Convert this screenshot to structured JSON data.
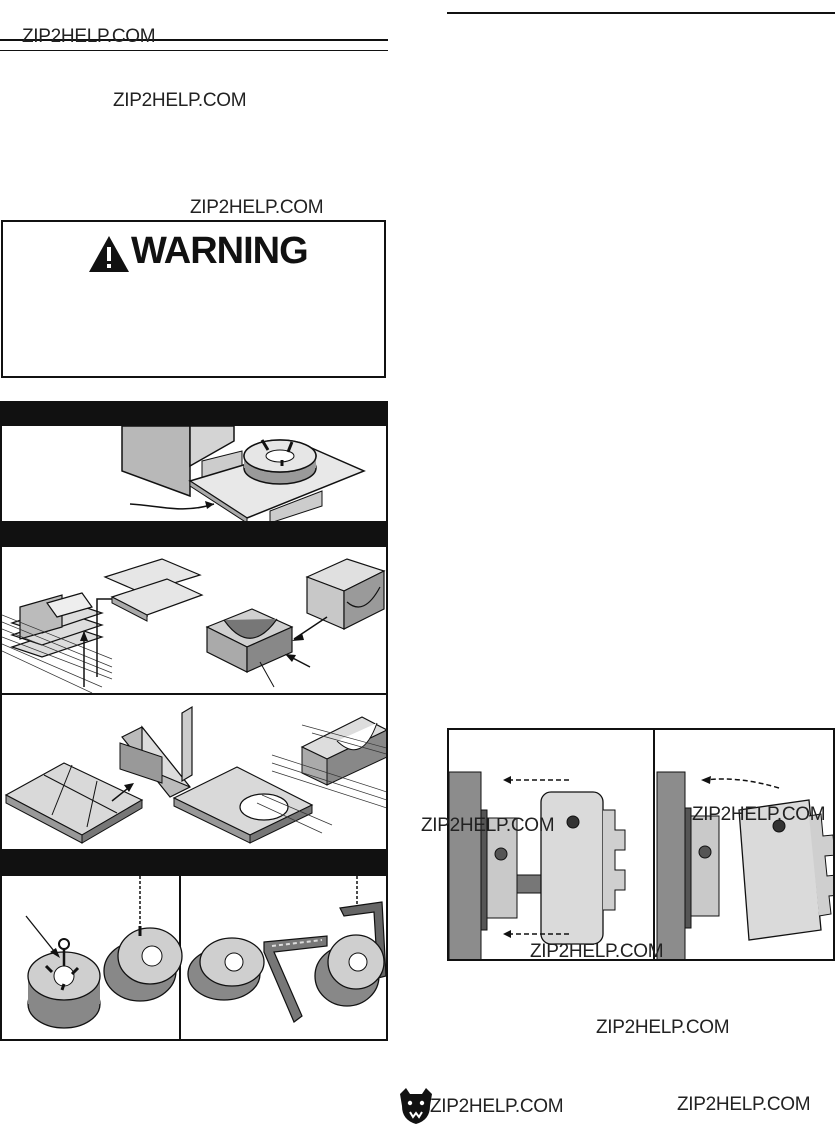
{
  "watermarks": {
    "w1": "ZIP2HELP.COM",
    "w2": "ZIP2HELP.COM",
    "w3": "ZIP2HELP.COM",
    "w4": "ZIP2HELP.COM",
    "w5": "ZIP2HELP.COM",
    "w6": "ZIP2HELP.COM",
    "w7": "ZIP2HELP.COM",
    "w8": "ZIP2HELP.COM",
    "w9": "ZIP2HELP.COM"
  },
  "warning": {
    "title": "WARNING",
    "icon": "warning-triangle-icon"
  },
  "figures": {
    "protection_board": "board-under-chuck-illustration",
    "wood_cradles": "wood-cradle-illustrations",
    "plywood_cradle": "plywood-cradle-illustrations",
    "lifting_methods": "chuck-lifting-illustrations",
    "chuck_removal": "chuck-removal-illustration"
  },
  "logo": "grizzly-bear-logo"
}
